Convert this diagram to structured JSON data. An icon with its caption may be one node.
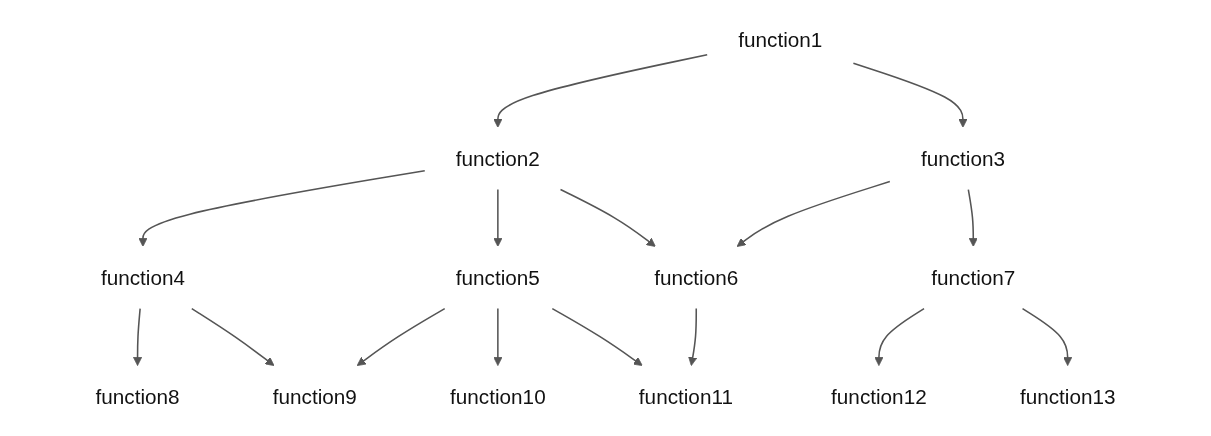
{
  "diagram": {
    "nodes": [
      {
        "text": [
          "function1"
        ]
      },
      {
        "text": [
          "function2"
        ]
      },
      {
        "text": [
          "function3"
        ]
      },
      {
        "text": [
          "function4"
        ]
      },
      {
        "text": [
          "function5"
        ]
      },
      {
        "text": [
          "function6"
        ]
      },
      {
        "text": [
          "function7"
        ]
      },
      {
        "text": [
          "function8"
        ]
      },
      {
        "text": [
          "function9"
        ]
      },
      {
        "text": [
          "function10"
        ]
      },
      {
        "text": [
          "function11"
        ]
      },
      {
        "text": [
          "function12"
        ]
      },
      {
        "text": [
          "function13"
        ]
      }
    ],
    "edges": [
      {
        "from": 0,
        "to": 1,
        "arrow": "to"
      },
      {
        "from": 0,
        "to": 2,
        "arrow": "to"
      },
      {
        "from": 1,
        "to": 3,
        "arrow": "to"
      },
      {
        "from": 1,
        "to": 4,
        "arrow": "to"
      },
      {
        "from": 1,
        "to": 5,
        "arrow": "to"
      },
      {
        "from": 2,
        "to": 5,
        "arrow": "to"
      },
      {
        "from": 2,
        "to": 6,
        "arrow": "to"
      },
      {
        "from": 3,
        "to": 7,
        "arrow": "to"
      },
      {
        "from": 3,
        "to": 8,
        "arrow": "to"
      },
      {
        "from": 4,
        "to": 8,
        "arrow": "to"
      },
      {
        "from": 4,
        "to": 9,
        "arrow": "to"
      },
      {
        "from": 4,
        "to": 10,
        "arrow": "to"
      },
      {
        "from": 5,
        "to": 10,
        "arrow": "to"
      },
      {
        "from": 6,
        "to": 11,
        "arrow": "to"
      },
      {
        "from": 6,
        "to": 12,
        "arrow": "to"
      }
    ]
  }
}
